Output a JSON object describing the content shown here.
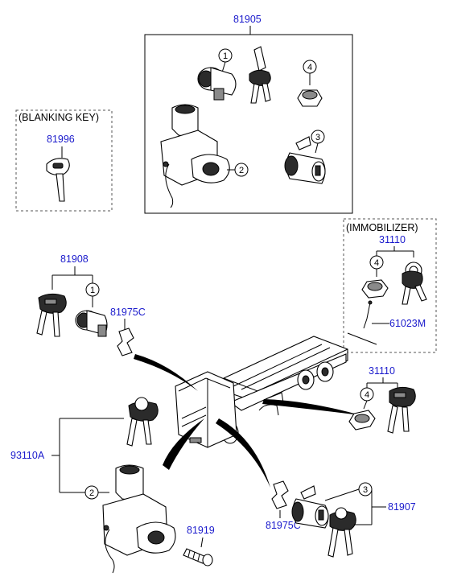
{
  "colors": {
    "part_number": "#1a1acc",
    "line": "#000000",
    "background": "#ffffff"
  },
  "callouts": {
    "c1": "1",
    "c2": "2",
    "c3": "3",
    "c4": "4"
  },
  "groups": {
    "main_set": {
      "part_number": "81905"
    },
    "blanking_key": {
      "caption": "(BLANKING KEY)",
      "part_number": "81996"
    },
    "immobilizer": {
      "caption": "(IMMOBILIZER)",
      "part_number": "31110",
      "antenna_part_number": "61023M"
    },
    "door_lock_left": {
      "part_number": "81908",
      "clip_part_number": "81975C"
    },
    "key_set_right": {
      "part_number": "31110"
    },
    "ignition_set": {
      "part_number": "93110A",
      "screw_part_number": "81919"
    },
    "door_lock_right": {
      "part_number": "81907",
      "clip_part_number": "81975C"
    }
  },
  "icons": [
    "key-icon",
    "lock-cylinder-icon",
    "ignition-switch-icon",
    "nut-icon",
    "clip-icon",
    "screw-icon",
    "truck-icon"
  ]
}
